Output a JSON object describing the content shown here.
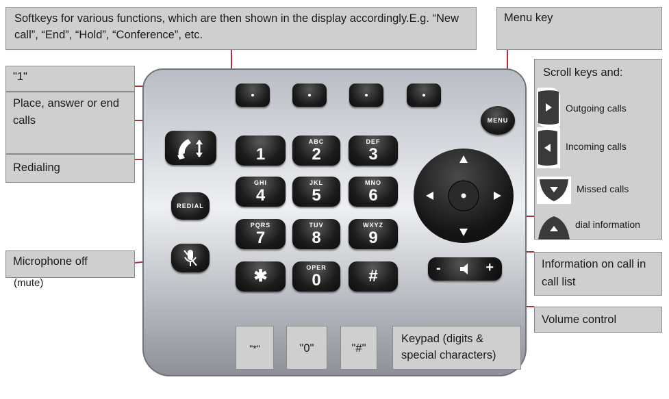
{
  "callouts": {
    "softkeys": "Softkeys for various functions, which are then shown in the display accordingly.E.g. “New call”, “End”, “Hold”, “Conference”, etc.",
    "menu_key": "Menu key",
    "one": "\"1\"",
    "place_answer": "Place, answer or end calls",
    "redialing": "Redialing",
    "microphone_off": "Microphone off",
    "mute": "(mute)",
    "scroll_keys": "Scroll keys and:",
    "outgoing_calls": "Outgoing calls",
    "incoming_calls": "Incoming calls",
    "missed_calls": "Missed calls",
    "dial_information": "dial information",
    "info_call_list": "Information on call in call list",
    "volume_control": "Volume control",
    "star": "\"*\"",
    "zero": "\"0\"",
    "hash": "\"#\"",
    "keypad": "Keypad (digits & special characters)"
  },
  "keys": {
    "k1": {
      "sub": "",
      "main": "1"
    },
    "k2": {
      "sub": "ABC",
      "main": "2"
    },
    "k3": {
      "sub": "DEF",
      "main": "3"
    },
    "k4": {
      "sub": "GHI",
      "main": "4"
    },
    "k5": {
      "sub": "JKL",
      "main": "5"
    },
    "k6": {
      "sub": "MNO",
      "main": "6"
    },
    "k7": {
      "sub": "PQRS",
      "main": "7"
    },
    "k8": {
      "sub": "TUV",
      "main": "8"
    },
    "k9": {
      "sub": "WXYZ",
      "main": "9"
    },
    "kstar": {
      "sub": "",
      "main": "✱"
    },
    "k0": {
      "sub": "OPER",
      "main": "0"
    },
    "khash": {
      "sub": "",
      "main": "#"
    }
  },
  "buttons": {
    "menu": "MENU",
    "redial": "REDIAL",
    "vol_minus": "-",
    "vol_plus": "+"
  },
  "icons": {
    "handset": "handset-icon",
    "mic_off": "microphone-off-icon",
    "speaker": "speaker-icon",
    "arrows": "arrow-icons"
  },
  "colors": {
    "callout_bg": "#cfcfcf",
    "leader_line": "#b0303a",
    "key_dark": "#151515"
  }
}
